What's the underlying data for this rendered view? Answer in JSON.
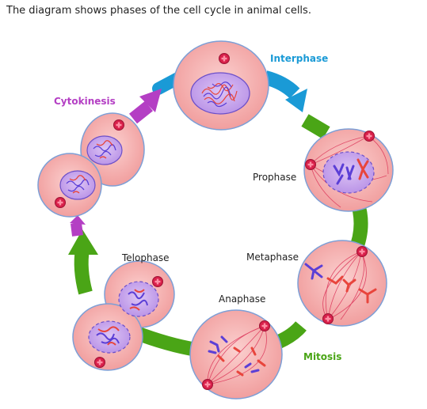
{
  "caption": "The diagram shows phases of the cell cycle in animal cells.",
  "labels": {
    "interphase": "Interphase",
    "prophase": "Prophase",
    "metaphase": "Metaphase",
    "anaphase": "Anaphase",
    "mitosis": "Mitosis",
    "telophase": "Telophase",
    "cytokinesis": "Cytokinesis"
  },
  "colors": {
    "interphase": "#1a9ad6",
    "mitosis": "#4aa516",
    "cytokinesis": "#b43fc4",
    "cell_fill": "#f3a6a6",
    "cell_edge": "#7d9fd6",
    "nucleus": "#c7a3ea",
    "centrosome": "#d8204a",
    "chromosome_red": "#e8453c",
    "chromosome_blue": "#5b3fd6"
  }
}
